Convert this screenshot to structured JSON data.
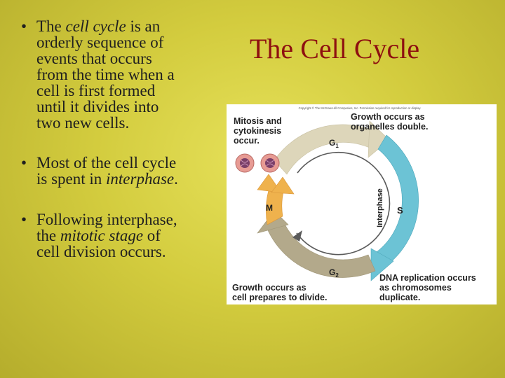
{
  "slide": {
    "title": "The Cell Cycle",
    "bullets": [
      {
        "lines": [
          [
            {
              "t": "The "
            },
            {
              "t": "cell cycle",
              "i": true
            },
            {
              "t": " is an"
            }
          ],
          [
            {
              "t": "orderly sequence of"
            }
          ],
          [
            {
              "t": "events that occurs"
            }
          ],
          [
            {
              "t": "from the time when a"
            }
          ],
          [
            {
              "t": "cell is first formed"
            }
          ],
          [
            {
              "t": "until it divides into"
            }
          ],
          [
            {
              "t": "two new cells."
            }
          ]
        ]
      },
      {
        "lines": [
          [
            {
              "t": "Most of the cell cycle"
            }
          ],
          [
            {
              "t": "is spent in "
            },
            {
              "t": "interphase",
              "i": true
            },
            {
              "t": "."
            }
          ]
        ]
      },
      {
        "lines": [
          [
            {
              "t": "Following interphase,"
            }
          ],
          [
            {
              "t": "the "
            },
            {
              "t": "mitotic stage",
              "i": true
            },
            {
              "t": " of"
            }
          ],
          [
            {
              "t": "cell division occurs."
            }
          ]
        ]
      }
    ]
  },
  "diagram": {
    "copyright": "Copyright © The McGraw-Hill Companies, Inc. Permission required for reproduction or display.",
    "label_mitosis": [
      "Mitosis and",
      "cytokinesis",
      "occur."
    ],
    "label_growth_top": [
      "Growth occurs as",
      "organelles double."
    ],
    "label_dna": [
      "DNA replication occurs",
      "as chromosomes",
      "duplicate."
    ],
    "label_growth_bottom": [
      "Growth occurs as",
      "cell prepares to divide."
    ],
    "phase_g1": "G",
    "phase_g1_sub": "1",
    "phase_g2": "G",
    "phase_g2_sub": "2",
    "phase_s": "S",
    "phase_m": "M",
    "interphase": "Interphase",
    "colors": {
      "g1": "#ddd6ba",
      "s": "#6cc3d5",
      "g2": "#b3a98b",
      "m": "#efb24d",
      "cell": "#e79b94",
      "nucleus": "#7a3f68"
    }
  }
}
